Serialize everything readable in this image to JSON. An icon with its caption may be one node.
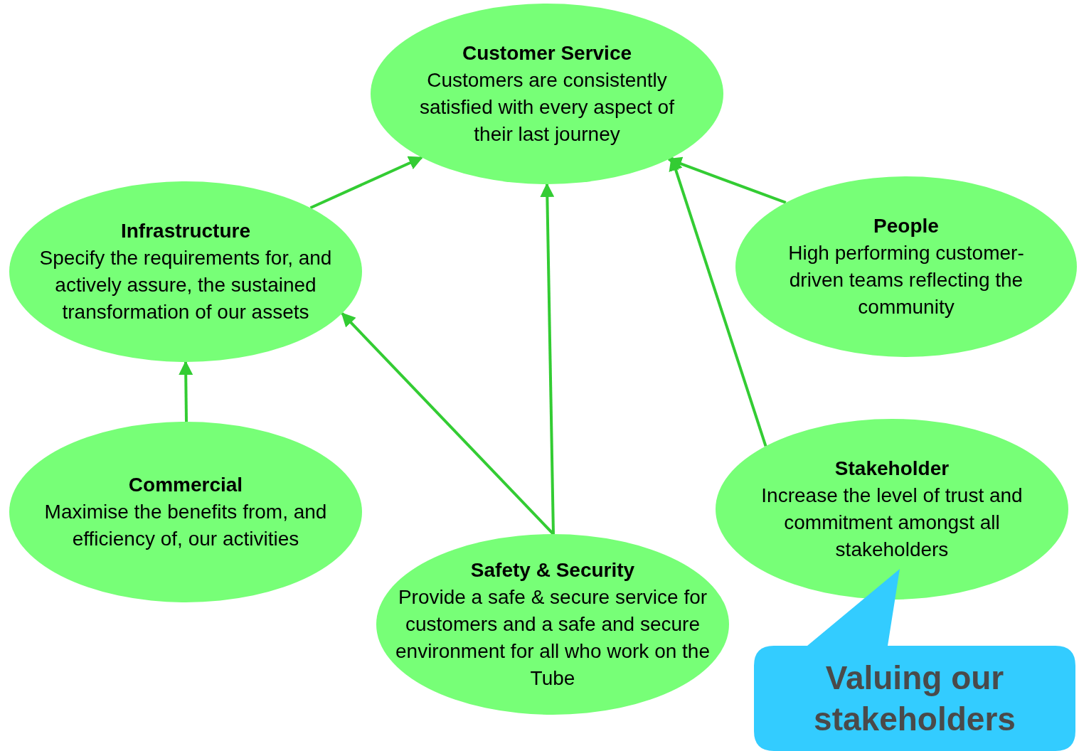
{
  "diagram": {
    "nodes": [
      {
        "text": [
          "Customer Service",
          "Customers are consistently satisfied with every aspect of their last journey"
        ]
      },
      {
        "text": [
          "Infrastructure",
          "Specify the requirements for, and actively assure, the sustained transformation of our assets"
        ]
      },
      {
        "text": [
          "People",
          "High performing customer-driven teams reflecting the community"
        ]
      },
      {
        "text": [
          "Commercial",
          "Maximise the benefits from, and efficiency of, our activities"
        ]
      },
      {
        "text": [
          "Safety & Security",
          "Provide a safe & secure service for customers and a safe and secure environment for all who work on the Tube"
        ]
      },
      {
        "text": [
          "Stakeholder",
          "Increase the level of trust and commitment amongst all stakeholders"
        ]
      },
      {
        "text": [
          "Valuing our stakeholders"
        ]
      }
    ],
    "edges": [
      {
        "from": 1,
        "to": 0,
        "arrow": "to"
      },
      {
        "from": 2,
        "to": 0,
        "arrow": "to"
      },
      {
        "from": 4,
        "to": 0,
        "arrow": "to"
      },
      {
        "from": 4,
        "to": 1,
        "arrow": "to"
      },
      {
        "from": 5,
        "to": 0,
        "arrow": "to"
      },
      {
        "from": 3,
        "to": 1,
        "arrow": "to"
      }
    ]
  }
}
